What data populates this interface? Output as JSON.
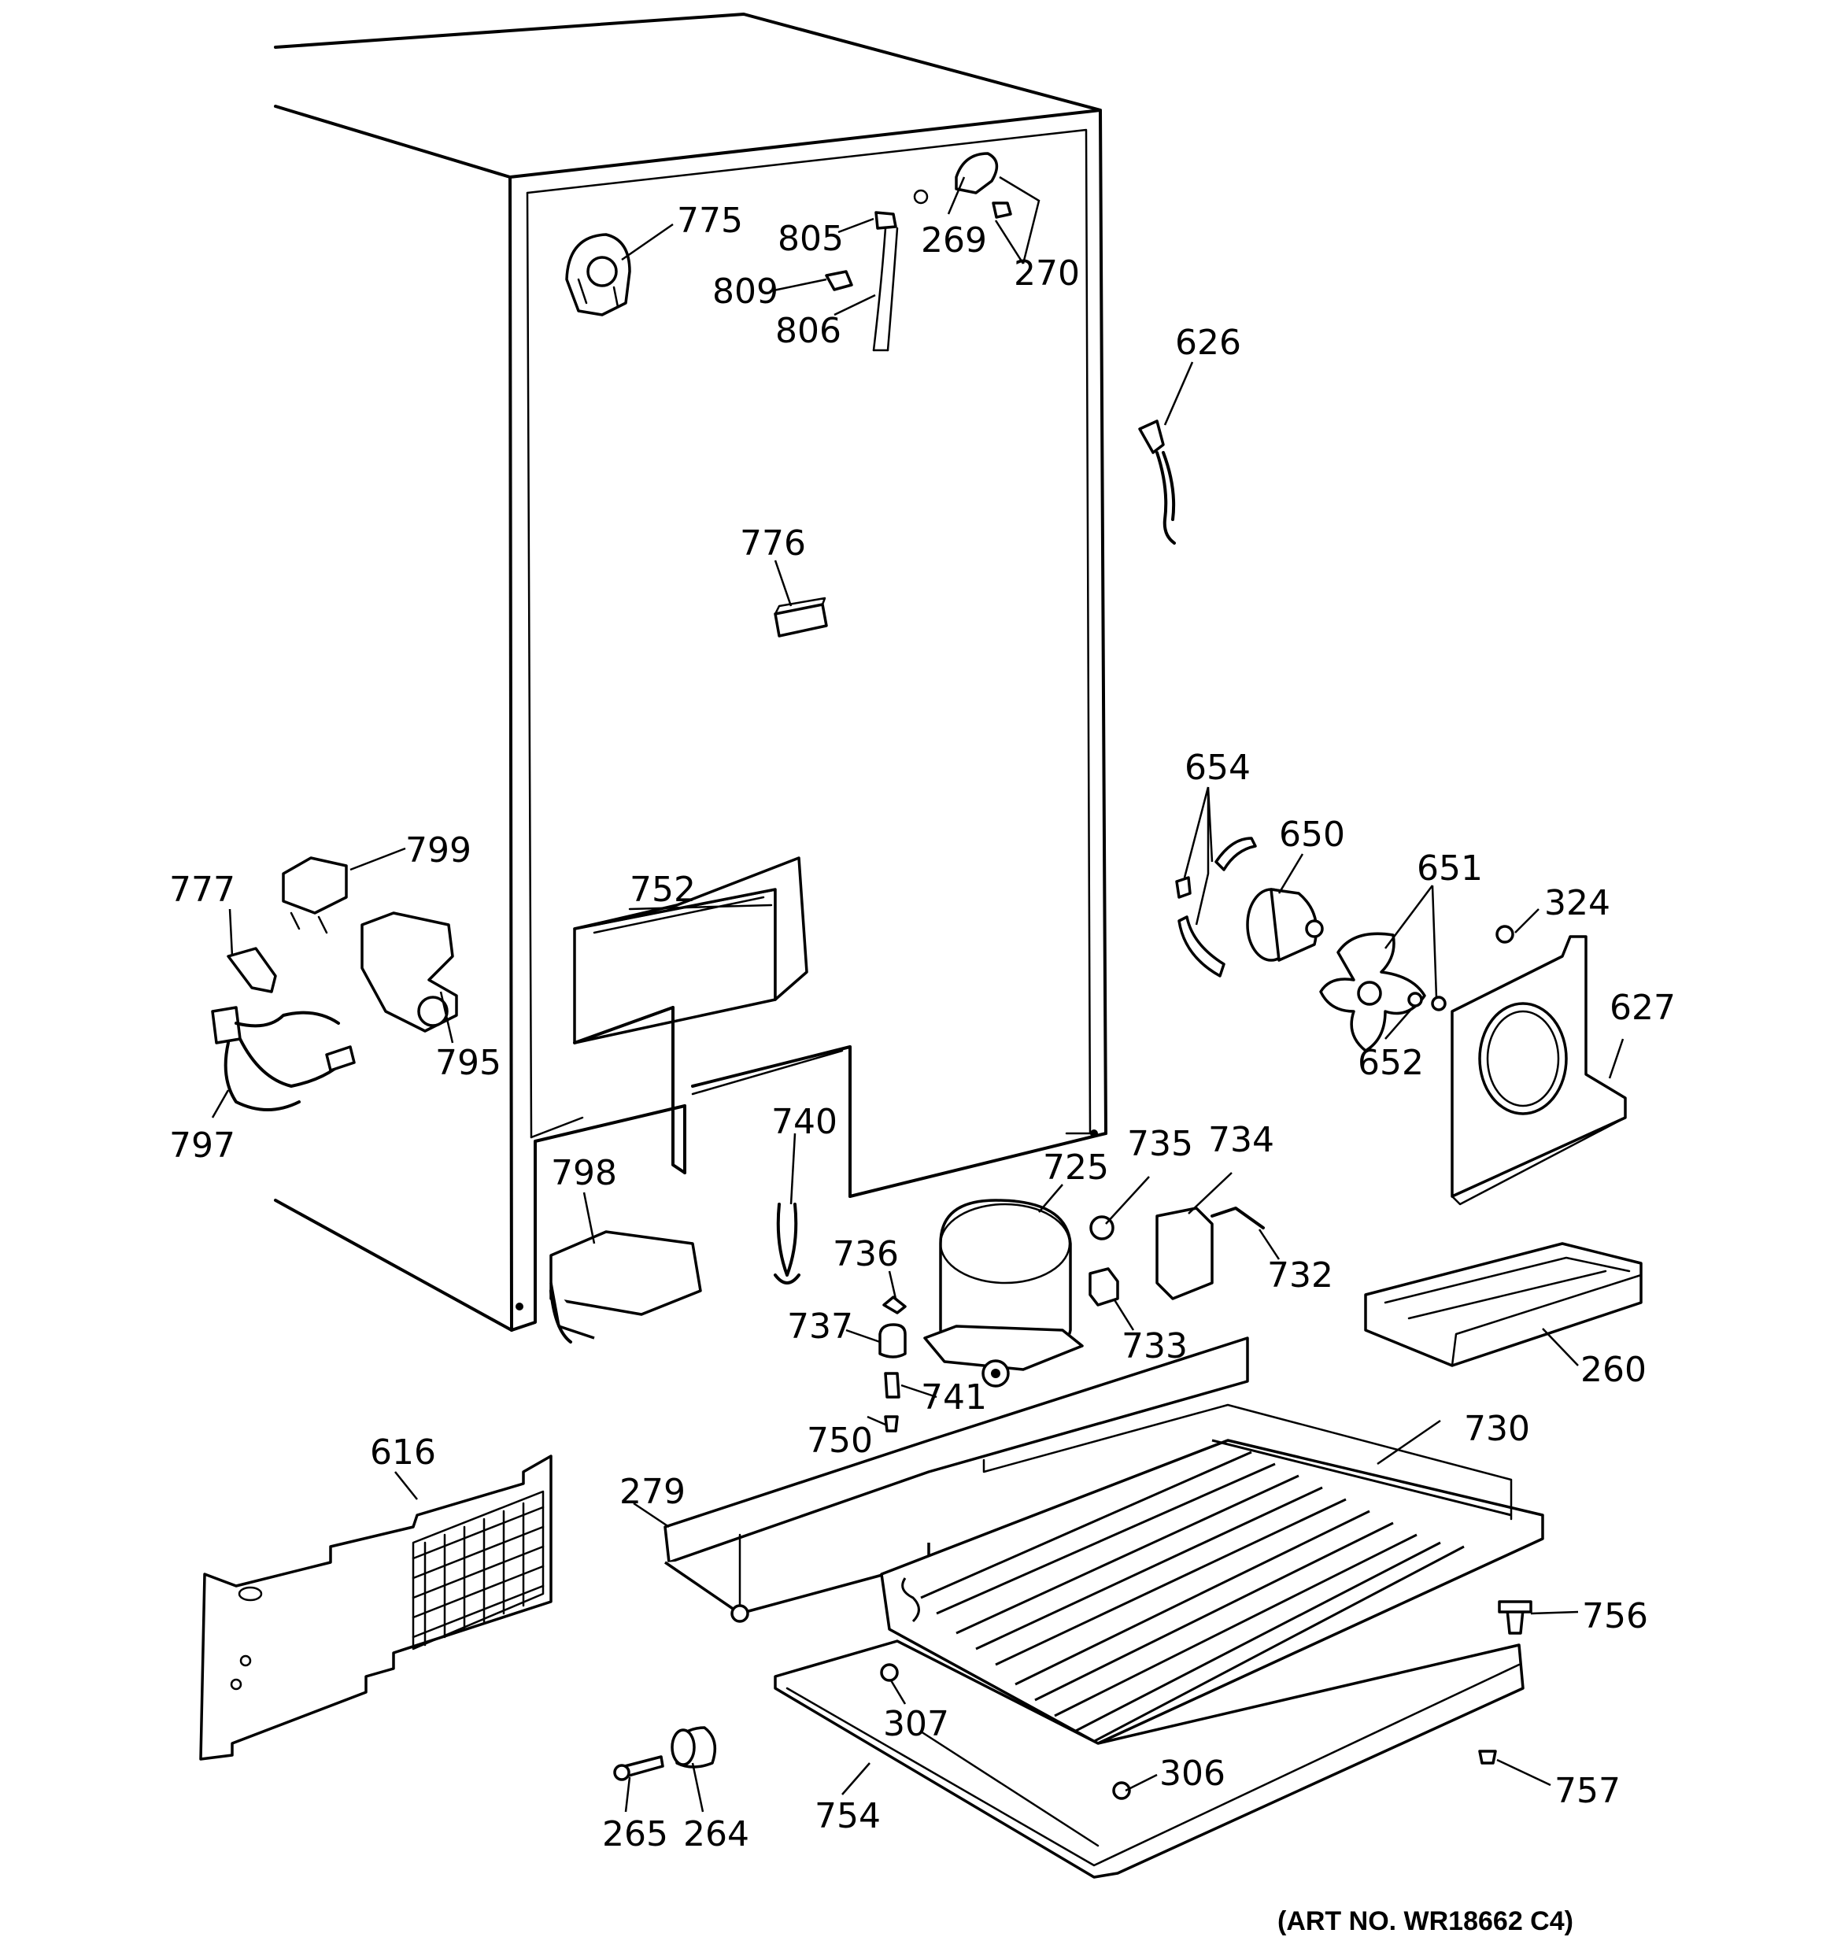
{
  "art_number": "(ART NO. WR18662 C4)",
  "callouts": {
    "c775": "775",
    "c805": "805",
    "c809": "809",
    "c806": "806",
    "c269": "269",
    "c270": "270",
    "c626": "626",
    "c776": "776",
    "c654": "654",
    "c650": "650",
    "c651": "651",
    "c324": "324",
    "c652": "652",
    "c627": "627",
    "c777": "777",
    "c799": "799",
    "c752": "752",
    "c795": "795",
    "c797": "797",
    "c798": "798",
    "c740": "740",
    "c735": "735",
    "c734": "734",
    "c725": "725",
    "c736": "736",
    "c732": "732",
    "c737": "737",
    "c733": "733",
    "c260": "260",
    "c741": "741",
    "c750": "750",
    "c730": "730",
    "c616": "616",
    "c279": "279",
    "c756": "756",
    "c307": "307",
    "c306": "306",
    "c757": "757",
    "c754": "754",
    "c265": "265",
    "c264": "264"
  }
}
